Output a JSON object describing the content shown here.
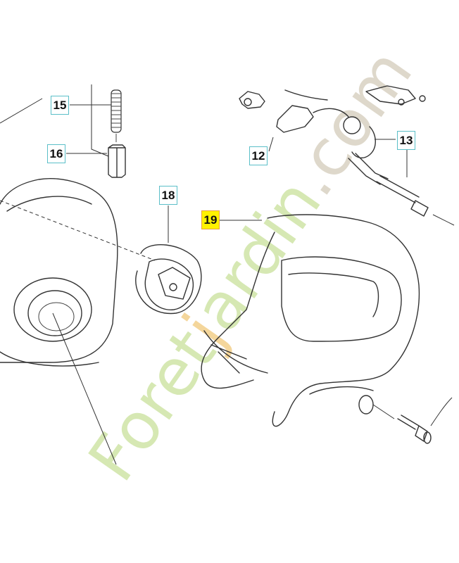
{
  "callouts": {
    "c12": "12",
    "c13": "13",
    "c15": "15",
    "c16": "16",
    "c18": "18",
    "c19": "19"
  },
  "highlighted_part": "19",
  "watermark": {
    "part1": "Foret",
    "part2": "jardin",
    "part3": ".com"
  },
  "colors": {
    "callout_border": "#5bbfc8",
    "highlight_fill": "#fff200",
    "watermark_green": "#cfe4a6",
    "watermark_orange": "#f3cf8a",
    "watermark_gray": "#d9d2c2"
  }
}
